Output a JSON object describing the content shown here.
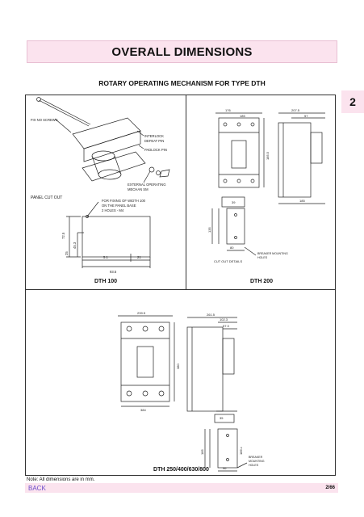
{
  "header": {
    "title": "OVERALL DIMENSIONS",
    "subtitle": "ROTARY OPERATING MECHANISM FOR TYPE DTH",
    "page_tab": "2"
  },
  "panel_left": {
    "labels": {
      "fix_screws": "FIX NO SCREWS",
      "interlock": "INTERLOCK",
      "defeat_pin": "DEFEAT PIN",
      "padlock_pin": "PADLOCK PIN",
      "external": "EXTERNAL OPERATING",
      "mechanism": "MECHAN SM",
      "panel_cut_out": "PANEL CUT OUT",
      "fixing_1": "FOR FIXING OF WIDTH 100",
      "fixing_2": "ON THE PANEL BASE",
      "fixing_3": "2 HOLES - M4",
      "dim_72_5": "72.5",
      "dim_45_3": "45.3",
      "dim_25": "25",
      "dim_5_1": "5.1",
      "dim_21": "21",
      "dim_93_5": "93.5"
    },
    "caption": "DTH 100"
  },
  "panel_right": {
    "labels": {
      "dim_176": "176",
      "dim_185": "185",
      "dim_207_5": "207.5",
      "dim_57": "57",
      "dim_185_5": "185.5",
      "dim_185_b": "185",
      "dim_39": "39",
      "dim_135": "135",
      "dim_80": "80",
      "breaker_1": "BREAKER MOUNTING",
      "breaker_2": "HOLES",
      "cut_out_details": "CUT OUT DETAILS"
    },
    "caption": "DTH 200"
  },
  "panel_bottom": {
    "labels": {
      "dim_239_5": "239.5",
      "dim_261_5": "261.5",
      "dim_102_3": "102.3",
      "dim_57_3": "57.3",
      "dim_380": "380",
      "dim_384": "384",
      "dim_35": "35",
      "dim_185_b": "185",
      "dim_186_c": "186.c",
      "breaker_1": "BREAKER",
      "breaker_2": "MOUNTING",
      "breaker_3": "HOLES",
      "dim_96": "96"
    },
    "caption": "DTH 250/400/630/800"
  },
  "footer": {
    "note": "Note: All dimensions are in mm.",
    "back": "BACK",
    "page_number": "2/66"
  }
}
